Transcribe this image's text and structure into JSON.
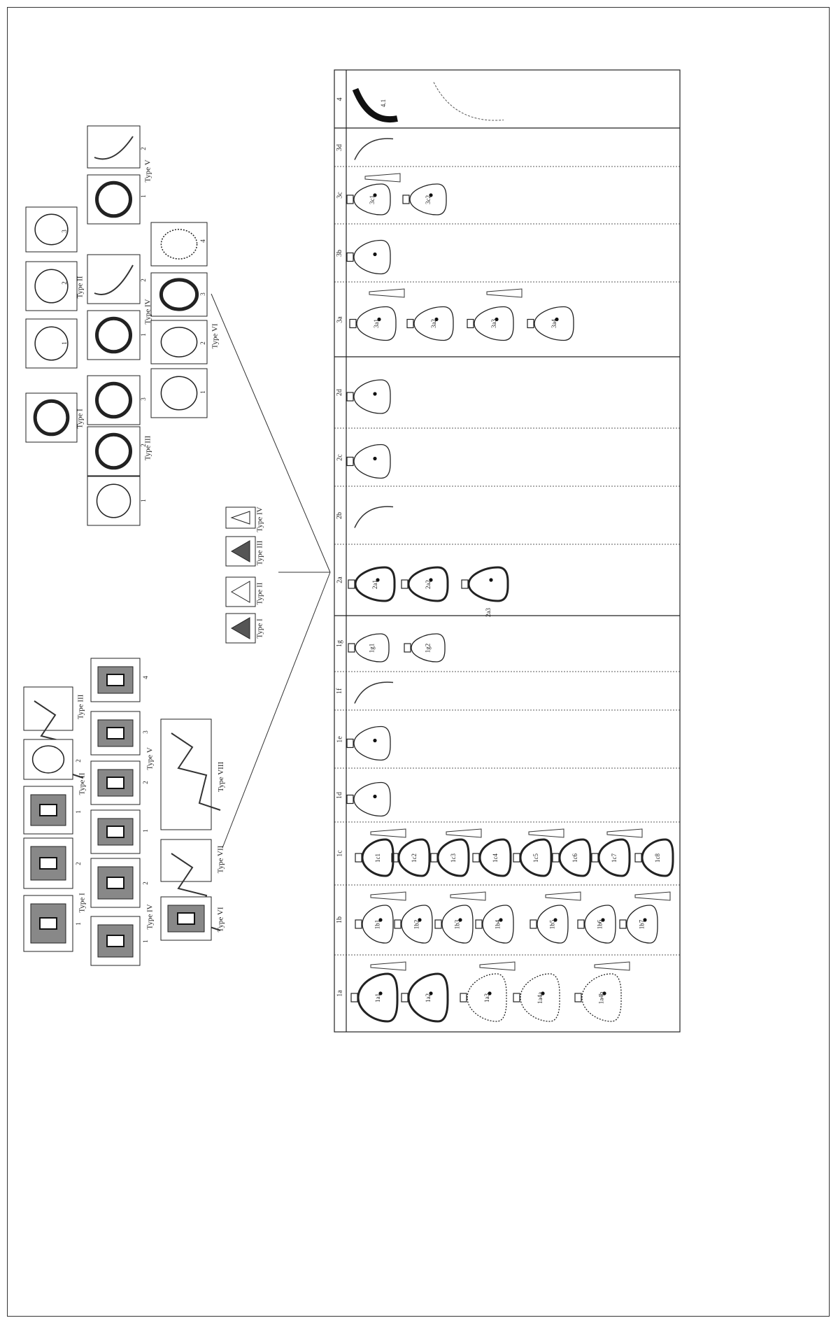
{
  "columns": [
    {
      "label": "4",
      "specimens": [
        "4.1"
      ]
    },
    {
      "label": "3d",
      "specimens": []
    },
    {
      "label": "3c",
      "specimens": [
        "3c1",
        "3c2"
      ]
    },
    {
      "label": "3b",
      "specimens": []
    },
    {
      "label": "3a",
      "specimens": [
        "3a1",
        "3a2",
        "3a3",
        "3a4"
      ]
    },
    {
      "label": "2d",
      "specimens": []
    },
    {
      "label": "2c",
      "specimens": []
    },
    {
      "label": "2b",
      "specimens": []
    },
    {
      "label": "2a",
      "specimens": [
        "2a1",
        "2a2",
        "2a3"
      ]
    },
    {
      "label": "1g",
      "specimens": [
        "1g1",
        "1g2"
      ]
    },
    {
      "label": "1f",
      "specimens": []
    },
    {
      "label": "1e",
      "specimens": []
    },
    {
      "label": "1d",
      "specimens": []
    },
    {
      "label": "1c",
      "specimens": [
        "1c1",
        "1c2",
        "1c3",
        "1c4",
        "1c5",
        "1c6",
        "1c7",
        "1c8"
      ]
    },
    {
      "label": "1b",
      "specimens": [
        "1b1",
        "1b2",
        "1b3",
        "1b4",
        "1b5",
        "1b6",
        "1b7"
      ]
    },
    {
      "label": "1a",
      "specimens": [
        "1a1",
        "1a2",
        "1a3",
        "1a4a",
        "1a4b"
      ]
    }
  ],
  "groups": {
    "top": {
      "types": [
        "Type I",
        "Type II",
        "Type III",
        "Type IV",
        "Type V",
        "Type VI"
      ],
      "numbers": [
        "1",
        "2",
        "3",
        "4"
      ]
    },
    "middle": {
      "types": [
        "Type I",
        "Type II",
        "Type III",
        "Type IV"
      ]
    },
    "bottom": {
      "types": [
        "Type I",
        "Type II",
        "Type III",
        "Type IV",
        "Type V",
        "Type VI",
        "Type VII",
        "Type VIII"
      ],
      "numbers": [
        "1",
        "2",
        "3",
        "4"
      ]
    }
  }
}
